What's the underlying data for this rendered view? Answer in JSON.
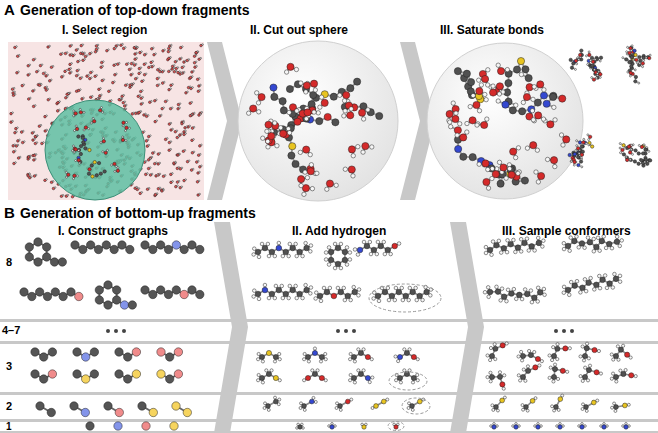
{
  "diagram": {
    "labels": [
      "A",
      "Generation of top-down fragments",
      "I. Select region",
      "II. Cut out sphere",
      "III. Saturate bonds",
      "B",
      "Generation of bottom-up fragments",
      "I. Construct graphs",
      "II. Add hydrogen",
      "III. Sample conformers",
      "8",
      "4–7",
      "3",
      "2",
      "1"
    ]
  }
}
